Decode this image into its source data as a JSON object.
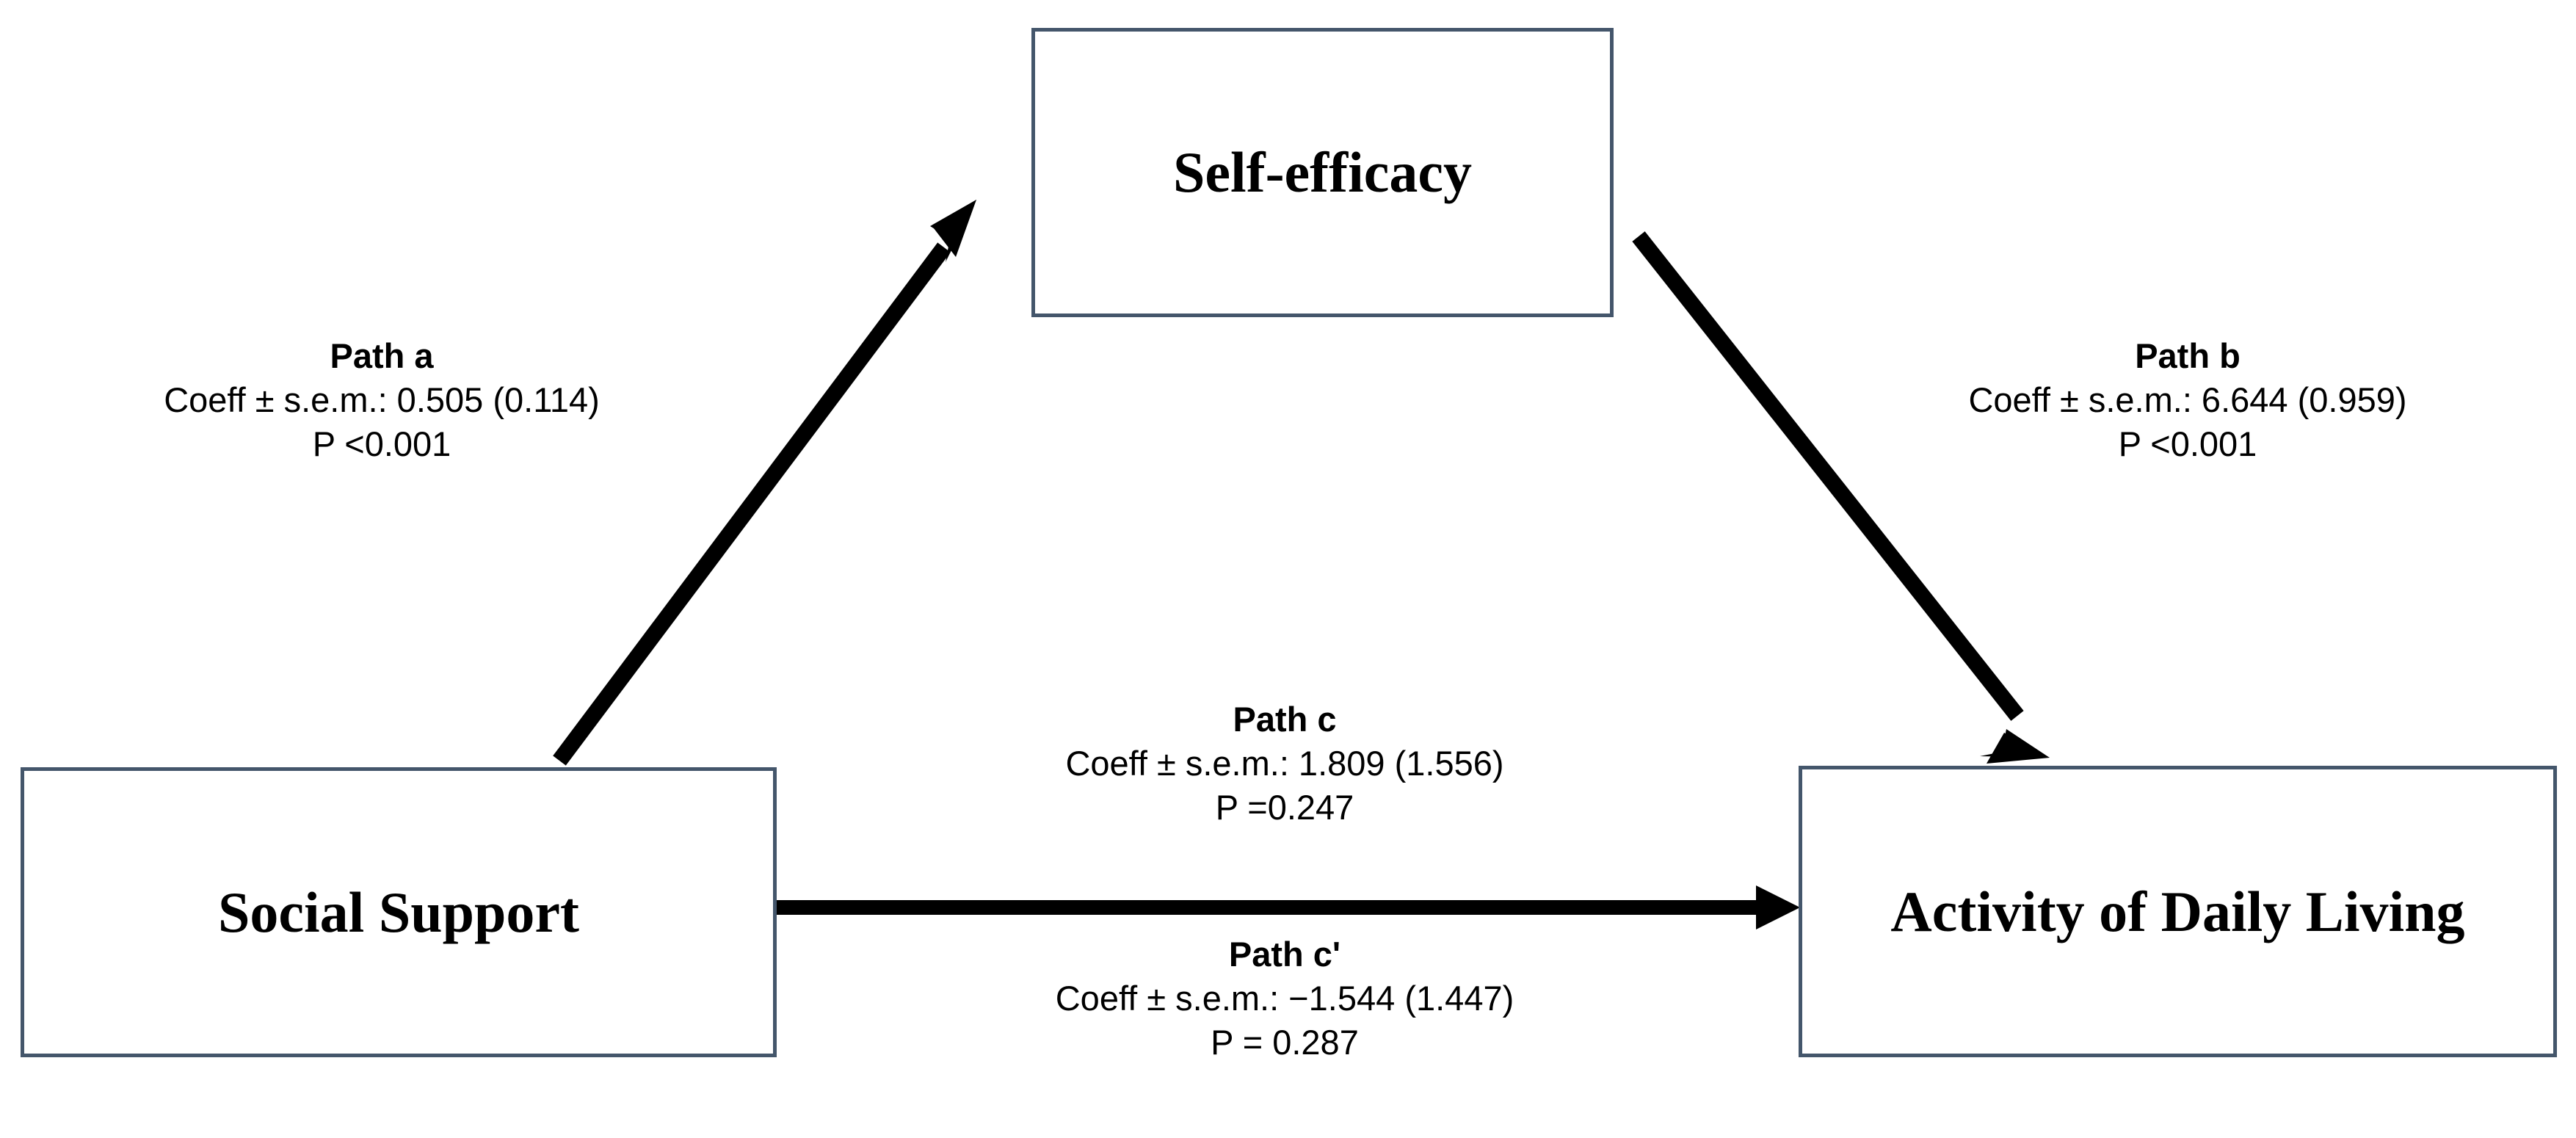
{
  "diagram": {
    "type": "mediation-path-diagram",
    "nodes": [
      {
        "id": "self_efficacy",
        "label": "Self-efficacy"
      },
      {
        "id": "social_support",
        "label": "Social Support"
      },
      {
        "id": "adl",
        "label": "Activity of Daily Living"
      }
    ],
    "paths": [
      {
        "id": "a",
        "title": "Path a",
        "from": "Social Support",
        "to": "Self-efficacy",
        "coeff_line": "Coeff ± s.e.m.: 0.505 (0.114)",
        "coefficient": 0.505,
        "sem": 0.114,
        "p_line": "P <0.001",
        "p_value": "<0.001"
      },
      {
        "id": "b",
        "title": "Path b",
        "from": "Self-efficacy",
        "to": "Activity of Daily Living",
        "coeff_line": "Coeff ± s.e.m.: 6.644 (0.959)",
        "coefficient": 6.644,
        "sem": 0.959,
        "p_line": "P <0.001",
        "p_value": "<0.001"
      },
      {
        "id": "c",
        "title": "Path c",
        "from": "Social Support",
        "to": "Activity of Daily Living",
        "coeff_line": "Coeff ± s.e.m.: 1.809 (1.556)",
        "coefficient": 1.809,
        "sem": 1.556,
        "p_line": "P =0.247",
        "p_value": "0.247"
      },
      {
        "id": "c_prime",
        "title": "Path c'",
        "from": "Social Support",
        "to": "Activity of Daily Living",
        "coeff_line": "Coeff ± s.e.m.: −1.544 (1.447)",
        "coefficient": -1.544,
        "sem": 1.447,
        "p_line": "P = 0.287",
        "p_value": "0.287"
      }
    ],
    "colors": {
      "box_border": "#44566b",
      "box_fill": "#ffffff",
      "arrow": "#000000",
      "text": "#000000",
      "background": "#ffffff"
    }
  }
}
